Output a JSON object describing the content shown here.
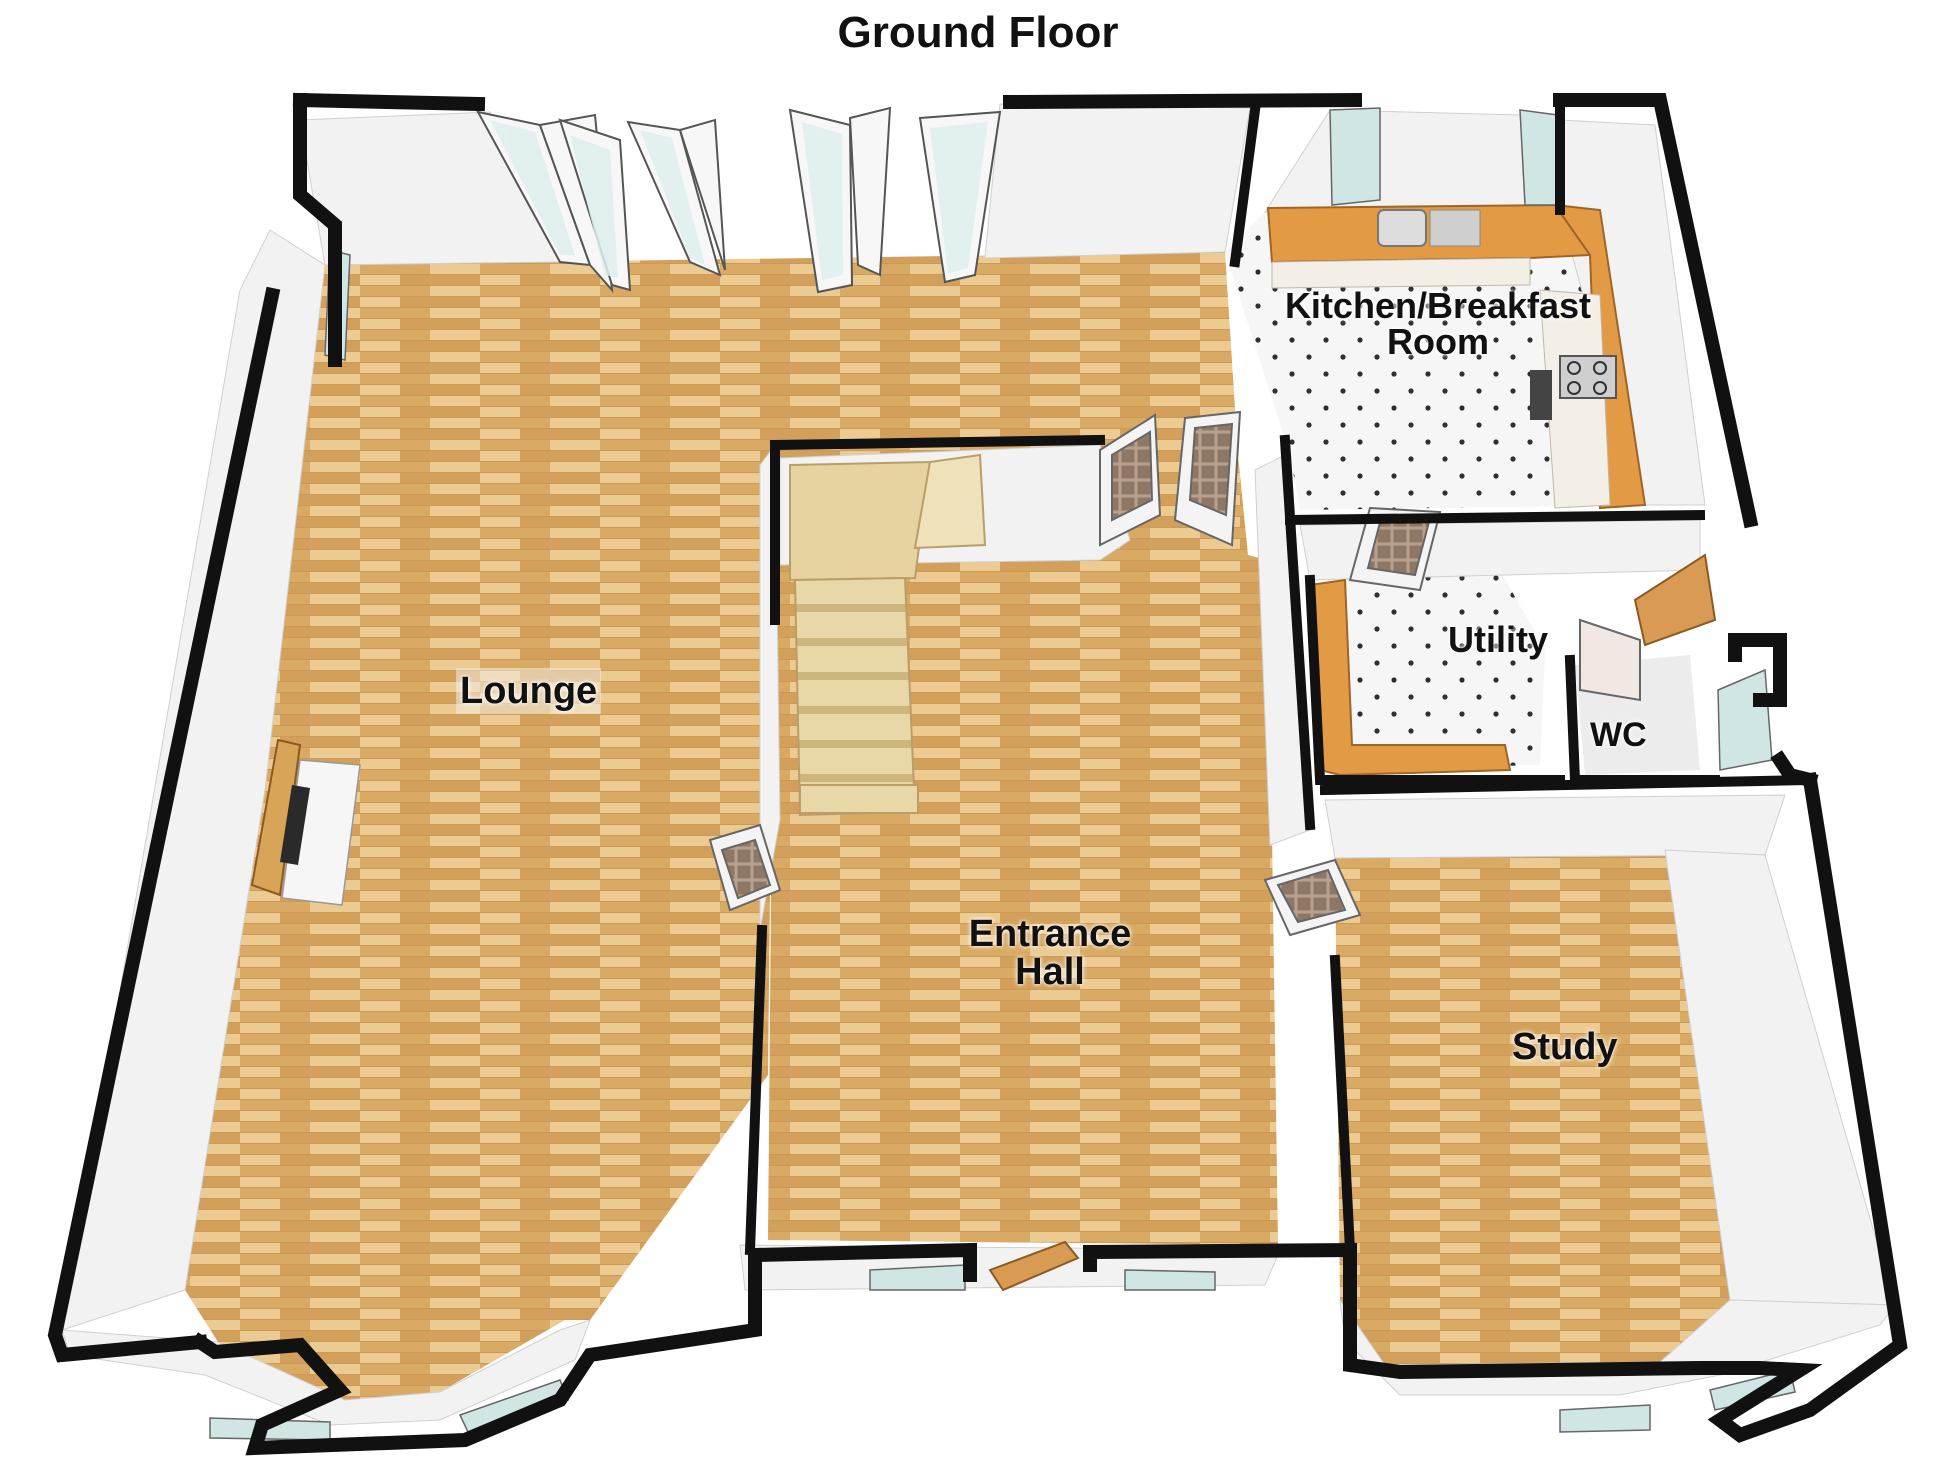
{
  "title": "Ground Floor",
  "rooms": {
    "lounge": "Lounge",
    "kitchen_line1": "Kitchen/Breakfast",
    "kitchen_line2": "Room",
    "utility": "Utility",
    "wc": "WC",
    "hall_line1": "Entrance",
    "hall_line2": "Hall",
    "study": "Study"
  },
  "colors": {
    "wall": "#111111",
    "wall_inner": "#f3f3f3",
    "wood_floor": "#e2b97a",
    "wood_dark": "#cf9c57",
    "tile_floor": "#f4f4f4",
    "tile_dot": "#333333",
    "worktop": "#e39a45",
    "glass": "#cfe6e4"
  }
}
